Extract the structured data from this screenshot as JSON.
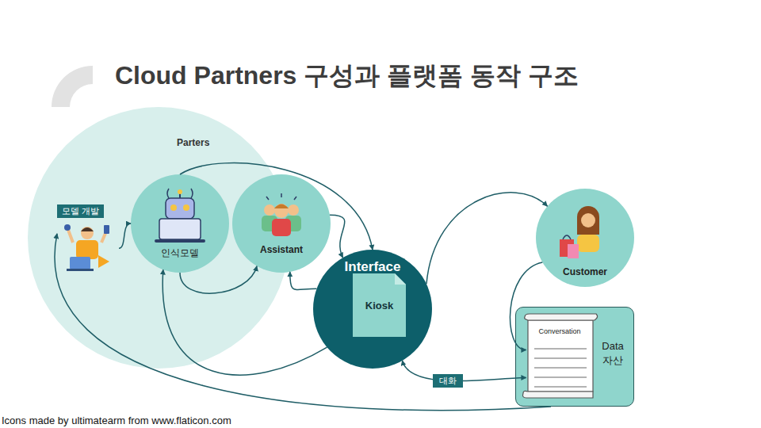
{
  "diagram": {
    "title": "Cloud Partners 구성과 플랫폼 동작 구조",
    "caption": "Icons made by ultimatearm from www.flaticon.com",
    "nodes": [
      {
        "text": [
          "Parters"
        ]
      },
      {
        "text": [
          "모델 개발"
        ],
        "in": 0
      },
      {
        "text": [
          "인식모델"
        ],
        "in": 0
      },
      {
        "text": [
          "Assistant"
        ],
        "in": 0
      },
      {
        "text": [
          "Interface"
        ]
      },
      {
        "text": [
          "Kiosk"
        ],
        "in": 4
      },
      {
        "text": [
          "Customer"
        ]
      },
      {
        "text": [
          "Data 자산"
        ]
      },
      {
        "text": [
          "Conversation"
        ],
        "in": 7
      }
    ],
    "edges": [
      {
        "from": 1,
        "to": 2,
        "arrow": "to"
      },
      {
        "from": 2,
        "to": 4,
        "arrow": "to"
      },
      {
        "from": 3,
        "to": 4,
        "arrow": "to"
      },
      {
        "from": 2,
        "to": 3,
        "arrow": "to"
      },
      {
        "from": 4,
        "to": 3,
        "arrow": "to"
      },
      {
        "from": 4,
        "to": 6,
        "arrow": "to"
      },
      {
        "from": 4,
        "to": 2,
        "arrow": "to"
      },
      {
        "from": 6,
        "to": 8,
        "arrow": "to"
      },
      {
        "from": 4,
        "to": 8,
        "label": "대화",
        "arrow": "both"
      },
      {
        "from": 7,
        "to": 1,
        "arrow": "to"
      }
    ]
  }
}
